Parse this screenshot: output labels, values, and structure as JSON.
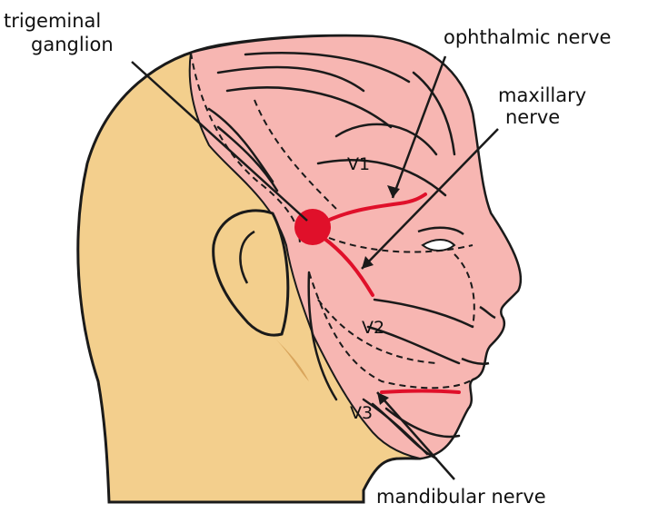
{
  "labels": {
    "trigeminal_ganglion": [
      "trigeminal",
      "ganglion"
    ],
    "ophthalmic_nerve": "ophthalmic nerve",
    "maxillary_nerve": [
      "maxillary",
      "nerve"
    ],
    "mandibular_nerve": "mandibular nerve"
  },
  "zones": {
    "v1": "V1",
    "v2": "V2",
    "v3": "V3"
  },
  "colors": {
    "skin": "#f3cf8d",
    "skin_shadow": "#d9a55c",
    "trigeminal_region": "#f7b6b2",
    "nerve_red": "#e0102a",
    "outline": "#1a1a1a"
  }
}
